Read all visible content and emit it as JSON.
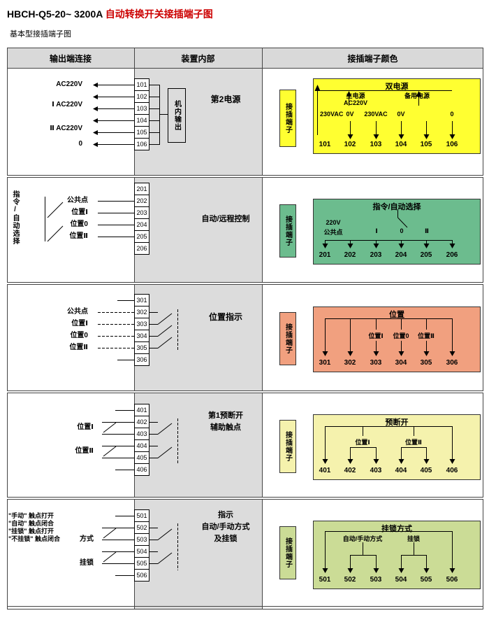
{
  "header": {
    "model": "HBCH-Q5-20~ 3200A",
    "title": "自动转换开关接插端子图",
    "subtitle": "基本型接插端子图"
  },
  "columns": {
    "left": "输出端连接",
    "middle": "装置内部",
    "right": "接插端子颜色"
  },
  "tab_label": "接插端子",
  "colors": {
    "title_red": "#cc0000",
    "grid_gray": "#dcdcdc",
    "row1": "#ffff31",
    "row2": "#6cbc8e",
    "row3": "#f1a07f",
    "row4": "#f5f2ad",
    "row5": "#cbdc96"
  },
  "row1": {
    "left_labels": {
      "a": "AC220V",
      "b": "Ⅰ AC220V",
      "c": "Ⅱ AC220V",
      "d": "0"
    },
    "terminals": [
      "101",
      "102",
      "103",
      "104",
      "105",
      "106"
    ],
    "middle": {
      "box": "机内输出",
      "label": "第2电源"
    },
    "panel": {
      "title": "双电源",
      "main": "主电源",
      "main_v": "AC220V",
      "backup": "备用电源",
      "v1": "230VAC",
      "v2": "0V",
      "v3": "230VAC",
      "v4": "0V",
      "v5": "0",
      "numbers": [
        "101",
        "102",
        "103",
        "104",
        "105",
        "106"
      ]
    }
  },
  "row2": {
    "side": "指令/自动选择",
    "left_labels": {
      "a": "公共点",
      "b": "位置Ⅰ",
      "c": "位置0",
      "d": "位置Ⅱ"
    },
    "terminals": [
      "201",
      "202",
      "203",
      "204",
      "205",
      "206"
    ],
    "middle": {
      "label": "自动/远程控制"
    },
    "panel": {
      "title": "指令/自动选择",
      "volt": "220V",
      "common": "公共点",
      "p1": "Ⅰ",
      "p2": "0",
      "p3": "Ⅱ",
      "numbers": [
        "201",
        "202",
        "203",
        "204",
        "205",
        "206"
      ]
    }
  },
  "row3": {
    "left_labels": {
      "a": "公共点",
      "b": "位置Ⅰ",
      "c": "位置0",
      "d": "位置Ⅱ"
    },
    "terminals": [
      "301",
      "302",
      "303",
      "304",
      "305",
      "306"
    ],
    "middle": {
      "label": "位置指示"
    },
    "panel": {
      "title": "位置",
      "p1": "位置Ⅰ",
      "p2": "位置0",
      "p3": "位置Ⅱ",
      "numbers": [
        "301",
        "302",
        "303",
        "304",
        "305",
        "306"
      ]
    }
  },
  "row4": {
    "left_labels": {
      "a": "位置Ⅰ",
      "b": "位置Ⅱ"
    },
    "terminals": [
      "401",
      "402",
      "403",
      "404",
      "405",
      "406"
    ],
    "middle": {
      "label1": "第1预断开",
      "label2": "辅助触点"
    },
    "panel": {
      "title": "预断开",
      "p1": "位置Ⅰ",
      "p2": "位置Ⅱ",
      "numbers": [
        "401",
        "402",
        "403",
        "404",
        "405",
        "406"
      ]
    }
  },
  "row5": {
    "notes": [
      "\"手动\" 触点打开",
      "\"自动\" 触点闭合",
      "\"挂锁\" 触点打开",
      "\"不挂锁\" 触点闭合"
    ],
    "left_labels": {
      "a": "方式",
      "b": "挂锁"
    },
    "terminals": [
      "501",
      "502",
      "503",
      "504",
      "505",
      "506"
    ],
    "middle": {
      "label1": "指示",
      "label2": "自动/手动方式",
      "label3": "及挂锁"
    },
    "panel": {
      "title": "挂锁方式",
      "p1": "自动/手动方式",
      "p2": "挂锁",
      "numbers": [
        "501",
        "502",
        "503",
        "504",
        "505",
        "506"
      ]
    }
  }
}
